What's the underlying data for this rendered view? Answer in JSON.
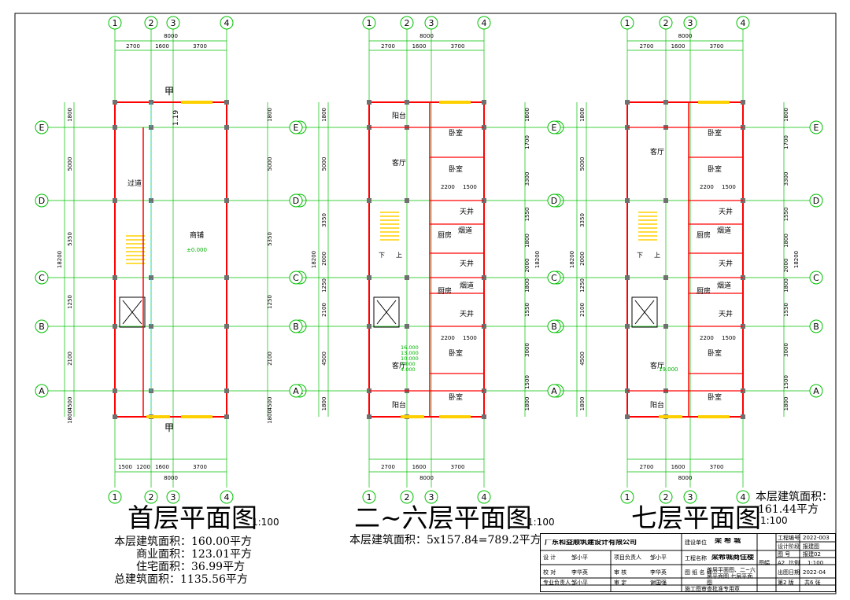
{
  "colors": {
    "grid": "#00c000",
    "wall": "#ff0000",
    "column": "#707070",
    "window": "#ffd000",
    "door": "#ffd000",
    "axisLine": "#00e0e0",
    "text": "#000000",
    "accent": "#00b000"
  },
  "plans": [
    {
      "title": "首层平面图",
      "scale": "1:100",
      "axis_cols": [
        "1",
        "2",
        "3",
        "4"
      ],
      "axis_rows": [
        "E",
        "D",
        "C",
        "B",
        "A"
      ],
      "top_dims": [
        "2700",
        "1600",
        "3700"
      ],
      "top_total": "8000",
      "bottom_dims": [
        "1500",
        "1200",
        "1600",
        "3700"
      ],
      "bottom_total": "8000",
      "side_dims": [
        "1800",
        "5000",
        "5350",
        "1250",
        "2100",
        "4500",
        "1800"
      ],
      "side_total": "18200",
      "rooms": [
        "过道",
        "商铺"
      ],
      "elevation": "±0.000",
      "section_mark": "甲",
      "stair_code": "1.19",
      "areas": [
        "本层建筑面积：160.00平方",
        "商业面积：123.01平方",
        "住宅面积：36.99平方",
        "总建筑面积：1135.56平方"
      ]
    },
    {
      "title": "二~六层平面图",
      "scale": "1:100",
      "axis_cols": [
        "1",
        "2",
        "3",
        "4"
      ],
      "axis_rows": [
        "E",
        "D",
        "C",
        "B",
        "A"
      ],
      "top_dims": [
        "2700",
        "1600",
        "3700"
      ],
      "top_total": "8000",
      "bottom_dims": [
        "2700",
        "1600",
        "3700"
      ],
      "bottom_total": "8000",
      "side_dims": [
        "1800",
        "5000",
        "3350",
        "2000",
        "1250",
        "2100",
        "4500",
        "1800"
      ],
      "side_total": "18200",
      "right_dims": [
        "1800",
        "1700",
        "3300",
        "1550",
        "1800",
        "2000",
        "1800",
        "1550",
        "3000",
        "1500",
        "1800"
      ],
      "right_total": "18200",
      "rooms": [
        "阳台",
        "卧室",
        "客厅",
        "卧室",
        "天井",
        "厨房",
        "烟道",
        "天井",
        "厨房",
        "烟道",
        "天井",
        "客厅",
        "卧室",
        "阳台",
        "卧室"
      ],
      "inner_dims": [
        "2200",
        "1500",
        "2200",
        "1500"
      ],
      "stair_marks": [
        "下",
        "上"
      ],
      "elevations": [
        "16.000",
        "13.000",
        "10.000",
        "7.000",
        "4.000"
      ],
      "area": "本层建筑面积：5x157.84=789.2平方"
    },
    {
      "title": "七层平面图",
      "scale": "1:100",
      "axis_cols": [
        "1",
        "2",
        "3",
        "4"
      ],
      "axis_rows": [
        "E",
        "D",
        "C",
        "B",
        "A"
      ],
      "top_dims": [
        "2700",
        "1600",
        "3700"
      ],
      "top_total": "8000",
      "bottom_dims": [
        "2700",
        "1600",
        "3700"
      ],
      "bottom_total": "8000",
      "side_dims": [
        "1800",
        "5000",
        "3350",
        "2000",
        "1250",
        "2100",
        "4500",
        "1800"
      ],
      "side_total": "18200",
      "right_dims": [
        "1800",
        "1700",
        "3300",
        "1550",
        "1800",
        "2000",
        "1800",
        "1550",
        "3000",
        "1500",
        "1800"
      ],
      "right_total": "18200",
      "rooms": [
        "客厅",
        "卧室",
        "卧室",
        "天井",
        "厨房",
        "烟道",
        "天井",
        "烟道",
        "厨房",
        "天井",
        "客厅",
        "卧室",
        "阳台",
        "卧室"
      ],
      "inner_dims": [
        "2200",
        "1500",
        "2200",
        "1500"
      ],
      "stair_marks": [
        "下",
        "上"
      ],
      "elevation": "19.000",
      "area_label": "本层建筑面积：",
      "area_value": "161.44平方"
    }
  ],
  "title_block": {
    "company": "广东和益顺筑建设计有限公司",
    "roles": [
      "设 计",
      "校 对",
      "专业负责人"
    ],
    "names": [
      "邹小平",
      "李华英",
      "邹小平"
    ],
    "roles2": [
      "项目负责人",
      "审 核",
      "审 定"
    ],
    "names2": [
      "邹小平",
      "李华英",
      "谢国强"
    ],
    "project_label": "工程名称",
    "project_name": "梁希城商住楼",
    "builder_label": "建设单位",
    "builder_name": "梁 希 城",
    "drawing_label": "图 纸 名 称",
    "drawing_name": "首层平面图、二~六层平面图 七层平面图",
    "stamp": "施工图审查批准专用章",
    "job_no_label": "工程编号",
    "job_no": "2022-003",
    "stage_label": "设计阶段",
    "stage": "报建图",
    "discipline_label": "图 号",
    "discipline": "报建02",
    "size_label": "图幅",
    "size": "A2",
    "scale_label": "比例",
    "scale": "1:100",
    "date_label": "出图日期",
    "date": "2022-04",
    "sheet": "第2 版",
    "total": "共6 张"
  }
}
